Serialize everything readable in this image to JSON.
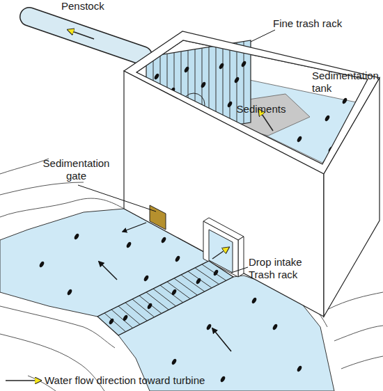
{
  "diagram": {
    "nodes": [
      {
        "text": [
          "Sediments"
        ]
      }
    ],
    "labels": [
      "Penstock",
      "Fine trash rack",
      "Sedimentation tank",
      "Sedimentation gate",
      "Drop intake Trash rack"
    ],
    "legend": [
      {
        "text": "Water flow direction toward turbine"
      }
    ]
  }
}
